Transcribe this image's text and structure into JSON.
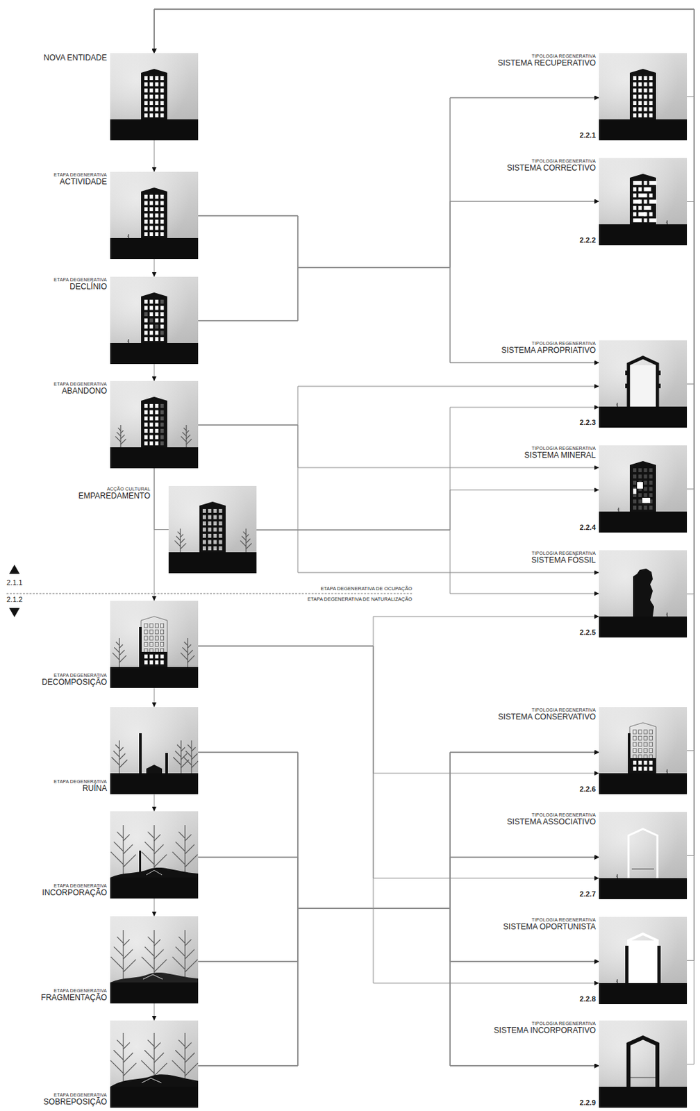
{
  "diagram": {
    "nodes": [
      {
        "text": [
          "NOVA ENTIDADE"
        ]
      },
      {
        "text": [
          "ETAPA DEGENERATIVA",
          "ACTIVIDADE"
        ]
      },
      {
        "text": [
          "ETAPA DEGENERATIVA",
          "DECLÍNIO"
        ]
      },
      {
        "text": [
          "ETAPA DEGENERATIVA",
          "ABANDONO"
        ]
      },
      {
        "text": [
          "ACÇÃO CULTURAL",
          "EMPAREDAMENTO"
        ]
      },
      {
        "text": [
          "ETAPA DEGENERATIVA",
          "DECOMPOSIÇÃO"
        ]
      },
      {
        "text": [
          "ETAPA DEGENERATIVA",
          "RUÍNA"
        ]
      },
      {
        "text": [
          "ETAPA DEGENERATIVA",
          "INCORPORAÇÃO"
        ]
      },
      {
        "text": [
          "ETAPA DEGENERATIVA",
          "FRAGMENTAÇÃO"
        ]
      },
      {
        "text": [
          "ETAPA DEGENERATIVA",
          "SOBREPOSIÇÃO"
        ]
      },
      {
        "text": [
          "TIPOLOGIA REGENERATIVA",
          "SISTEMA RECUPERATIVO",
          "2.2.1"
        ]
      },
      {
        "text": [
          "TIPOLOGIA REGENERATIVA",
          "SISTEMA CORRECTIVO",
          "2.2.2"
        ]
      },
      {
        "text": [
          "TIPOLOGIA REGENERATIVA",
          "SISTEMA APROPRIATIVO",
          "2.2.3"
        ]
      },
      {
        "text": [
          "TIPOLOGIA REGENERATIVA",
          "SISTEMA MINERAL",
          "2.2.4"
        ]
      },
      {
        "text": [
          "TIPOLOGIA REGENERATIVA",
          "SISTEMA FÓSSIL",
          "2.2.5"
        ]
      },
      {
        "text": [
          "TIPOLOGIA REGENERATIVA",
          "SISTEMA CONSERVATIVO",
          "2.2.6"
        ]
      },
      {
        "text": [
          "TIPOLOGIA REGENERATIVA",
          "SISTEMA ASSOCIATIVO",
          "2.2.7"
        ]
      },
      {
        "text": [
          "TIPOLOGIA REGENERATIVA",
          "SISTEMA OPORTUNISTA",
          "2.2.8"
        ]
      },
      {
        "text": [
          "TIPOLOGIA REGENERATIVA",
          "SISTEMA INCORPORATIVO",
          "2.2.9"
        ]
      }
    ],
    "edges": [
      {
        "from": 0,
        "to": 1,
        "arrow": "to"
      },
      {
        "from": 1,
        "to": 2,
        "arrow": "to"
      },
      {
        "from": 2,
        "to": 3,
        "arrow": "to"
      },
      {
        "from": 3,
        "to": 4,
        "arrow": "none"
      },
      {
        "from": 3,
        "to": 5,
        "arrow": "to"
      },
      {
        "from": 5,
        "to": 6,
        "arrow": "to"
      },
      {
        "from": 6,
        "to": 7,
        "arrow": "to"
      },
      {
        "from": 7,
        "to": 8,
        "arrow": "to"
      },
      {
        "from": 8,
        "to": 9,
        "arrow": "to"
      },
      {
        "from": 1,
        "to": 10,
        "arrow": "to"
      },
      {
        "from": 1,
        "to": 11,
        "arrow": "to"
      },
      {
        "from": 1,
        "to": 12,
        "arrow": "to"
      },
      {
        "from": 2,
        "to": 10,
        "arrow": "to"
      },
      {
        "from": 2,
        "to": 11,
        "arrow": "to"
      },
      {
        "from": 2,
        "to": 12,
        "arrow": "to"
      },
      {
        "from": 3,
        "to": 12,
        "arrow": "to"
      },
      {
        "from": 3,
        "to": 13,
        "arrow": "to"
      },
      {
        "from": 3,
        "to": 14,
        "arrow": "to"
      },
      {
        "from": 4,
        "to": 12,
        "arrow": "to"
      },
      {
        "from": 4,
        "to": 13,
        "arrow": "to"
      },
      {
        "from": 4,
        "to": 14,
        "arrow": "to"
      },
      {
        "from": 5,
        "to": 14,
        "arrow": "to"
      },
      {
        "from": 5,
        "to": 15,
        "arrow": "to"
      },
      {
        "from": 5,
        "to": 16,
        "arrow": "to"
      },
      {
        "from": 5,
        "to": 17,
        "arrow": "to"
      },
      {
        "from": 6,
        "to": 15,
        "arrow": "to"
      },
      {
        "from": 6,
        "to": 16,
        "arrow": "to"
      },
      {
        "from": 6,
        "to": 17,
        "arrow": "to"
      },
      {
        "from": 6,
        "to": 18,
        "arrow": "to"
      },
      {
        "from": 7,
        "to": 15,
        "arrow": "to"
      },
      {
        "from": 7,
        "to": 16,
        "arrow": "to"
      },
      {
        "from": 7,
        "to": 17,
        "arrow": "to"
      },
      {
        "from": 7,
        "to": 18,
        "arrow": "to"
      },
      {
        "from": 8,
        "to": 15,
        "arrow": "to"
      },
      {
        "from": 8,
        "to": 16,
        "arrow": "to"
      },
      {
        "from": 8,
        "to": 17,
        "arrow": "to"
      },
      {
        "from": 8,
        "to": 18,
        "arrow": "to"
      },
      {
        "from": 9,
        "to": 15,
        "arrow": "to"
      },
      {
        "from": 9,
        "to": 16,
        "arrow": "to"
      },
      {
        "from": 9,
        "to": 17,
        "arrow": "to"
      },
      {
        "from": 9,
        "to": 18,
        "arrow": "to"
      },
      {
        "from": 10,
        "to": 0,
        "arrow": "to"
      },
      {
        "from": 11,
        "to": 0,
        "arrow": "to"
      },
      {
        "from": 12,
        "to": 0,
        "arrow": "to"
      },
      {
        "from": 13,
        "to": 0,
        "arrow": "to"
      },
      {
        "from": 14,
        "to": 0,
        "arrow": "to"
      },
      {
        "from": 15,
        "to": 0,
        "arrow": "to"
      },
      {
        "from": 16,
        "to": 0,
        "arrow": "to"
      },
      {
        "from": 17,
        "to": 0,
        "arrow": "to"
      },
      {
        "from": 18,
        "to": 0,
        "arrow": "to"
      }
    ],
    "labels": [
      "2.1.1",
      "ETAPA DEGENERATIVA DE OCUPAÇÃO",
      "2.1.2",
      "ETAPA DEGENERATIVA DE NATURALIZAÇÃO"
    ]
  }
}
